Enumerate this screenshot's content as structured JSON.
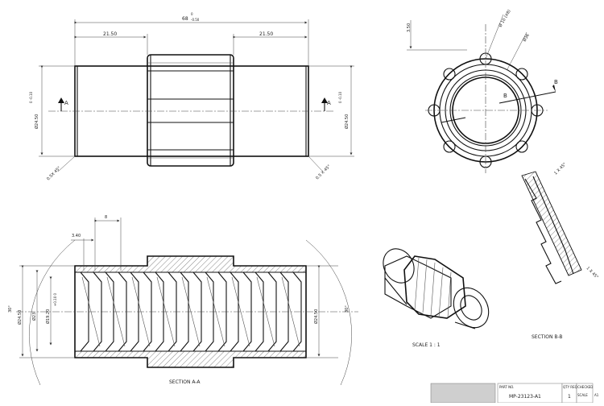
{
  "drawing": {
    "front_view": {
      "overall_length": "68",
      "overall_tol_upper": "0",
      "overall_tol_lower": "-0.50",
      "end_length_left": "21.50",
      "end_length_right": "21.50",
      "dia_left": "Ø24.50",
      "dia_left_tol": "0 -0.10",
      "dia_right": "Ø24.50",
      "dia_right_tol": "0 -0.10",
      "chamfer_left": "0.5X 45°",
      "chamfer_right": "0.5 X 45°",
      "section_letter_left": "A",
      "section_letter_right": "A"
    },
    "end_view": {
      "dim_offset": "3.50",
      "dia_outer": "Ø 10 (X8)",
      "dia_flat": "Ø36",
      "section_letter_top": "B",
      "section_letter_bottom": "B"
    },
    "section_aa": {
      "pitch": "8",
      "thread_width": "3.40",
      "dia_outer_left": "Ø24.50",
      "dia_mid": "Ø23",
      "dia_minor": "Ø19.20",
      "dia_minor_tol": "+0.10 0",
      "dia_outer_right": "Ø24.50",
      "angle_left": "30°",
      "angle_right": "30°",
      "caption": "SECTION A-A"
    },
    "section_bb": {
      "chamfer_top": "1 X 45°",
      "chamfer_bottom": "1 X 45°",
      "caption": "SECTION B-B"
    },
    "iso_view": {
      "caption": "SCALE 1 : 1"
    },
    "title_block": {
      "part_no_label": "PART NO.",
      "part_no": "MP-23123-A1",
      "qty_label": "QTY REQ",
      "qty": "1",
      "checked_label": "CHECKED",
      "scale_label": "SCALE",
      "rev": "A1"
    }
  }
}
